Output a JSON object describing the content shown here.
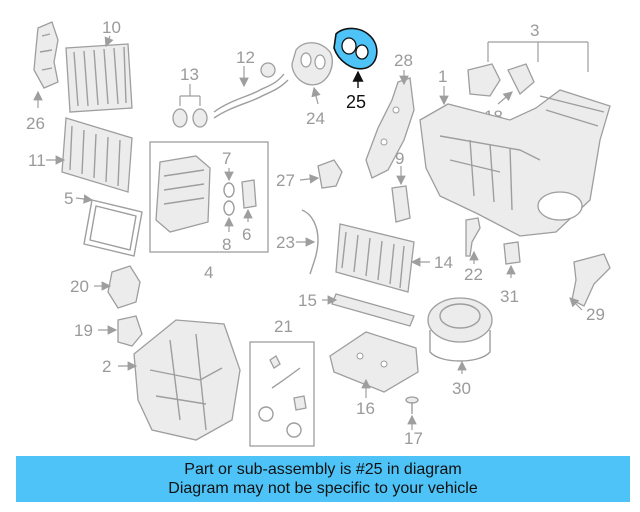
{
  "diagram": {
    "highlight_color": "#4dc3f7",
    "callouts": {
      "c1": "1",
      "c2": "2",
      "c3": "3",
      "c4": "4",
      "c5": "5",
      "c6": "6",
      "c7": "7",
      "c8": "8",
      "c9": "9",
      "c10": "10",
      "c11": "11",
      "c12": "12",
      "c13": "13",
      "c14": "14",
      "c15": "15",
      "c16": "16",
      "c17": "17",
      "c18": "18",
      "c19": "19",
      "c20": "20",
      "c21": "21",
      "c22": "22",
      "c23": "23",
      "c24": "24",
      "c25": "25",
      "c26": "26",
      "c27": "27",
      "c28": "28",
      "c29": "29",
      "c30": "30",
      "c31": "31"
    }
  },
  "banner": {
    "line1": "Part or sub-assembly is #25 in diagram",
    "line2": "Diagram may not be specific to your vehicle",
    "bg_color": "#4dc3f7"
  }
}
